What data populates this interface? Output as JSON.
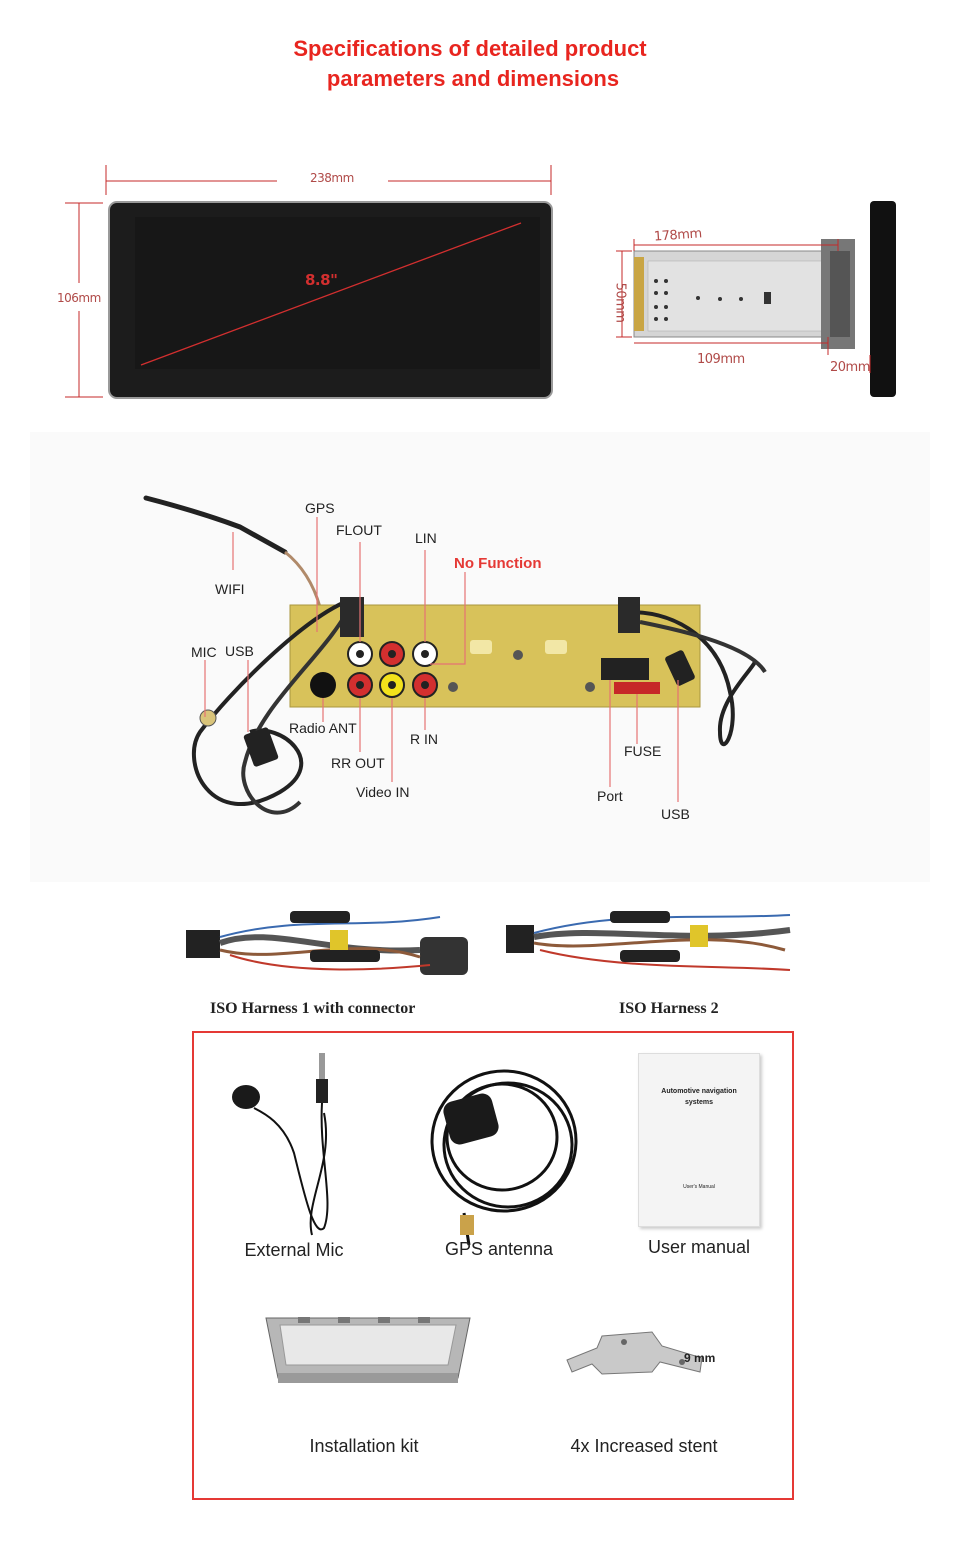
{
  "header": {
    "title_line1": "Specifications of detailed product",
    "title_line2": "parameters and dimensions"
  },
  "dimensions": {
    "width": "238mm",
    "height": "106mm",
    "diagonal": "8.8\"",
    "depth_top": "178mm",
    "side_height": "50mm",
    "depth_bottom": "109mm",
    "screen_thickness": "20mm"
  },
  "connectors": {
    "gps": "GPS",
    "fl_out": "FLOUT",
    "l_in": "LIN",
    "no_function": "No Function",
    "wifi": "WIFI",
    "mic": "MIC",
    "usb_left": "USB",
    "radio_ant": "Radio ANT",
    "r_in": "R IN",
    "rr_out": "RR OUT",
    "video_in": "Video IN",
    "fuse": "FUSE",
    "port": "Port",
    "usb_right": "USB"
  },
  "harnesses": [
    {
      "label": "ISO Harness 1 with connector"
    },
    {
      "label": "ISO Harness 2"
    }
  ],
  "accessories": {
    "external_mic": "External Mic",
    "gps_antenna": "GPS antenna",
    "user_manual": "User manual",
    "manual_cover_title": "Automotive navigation systems",
    "manual_cover_sub": "User's Manual",
    "installation_kit": "Installation kit",
    "stent": "4x Increased stent",
    "stent_size": "9 mm"
  },
  "colors": {
    "title_red": "#e8251f",
    "dimension_red": "#c62828",
    "box_border": "#e53935",
    "plate_gold": "#d8c25a"
  }
}
